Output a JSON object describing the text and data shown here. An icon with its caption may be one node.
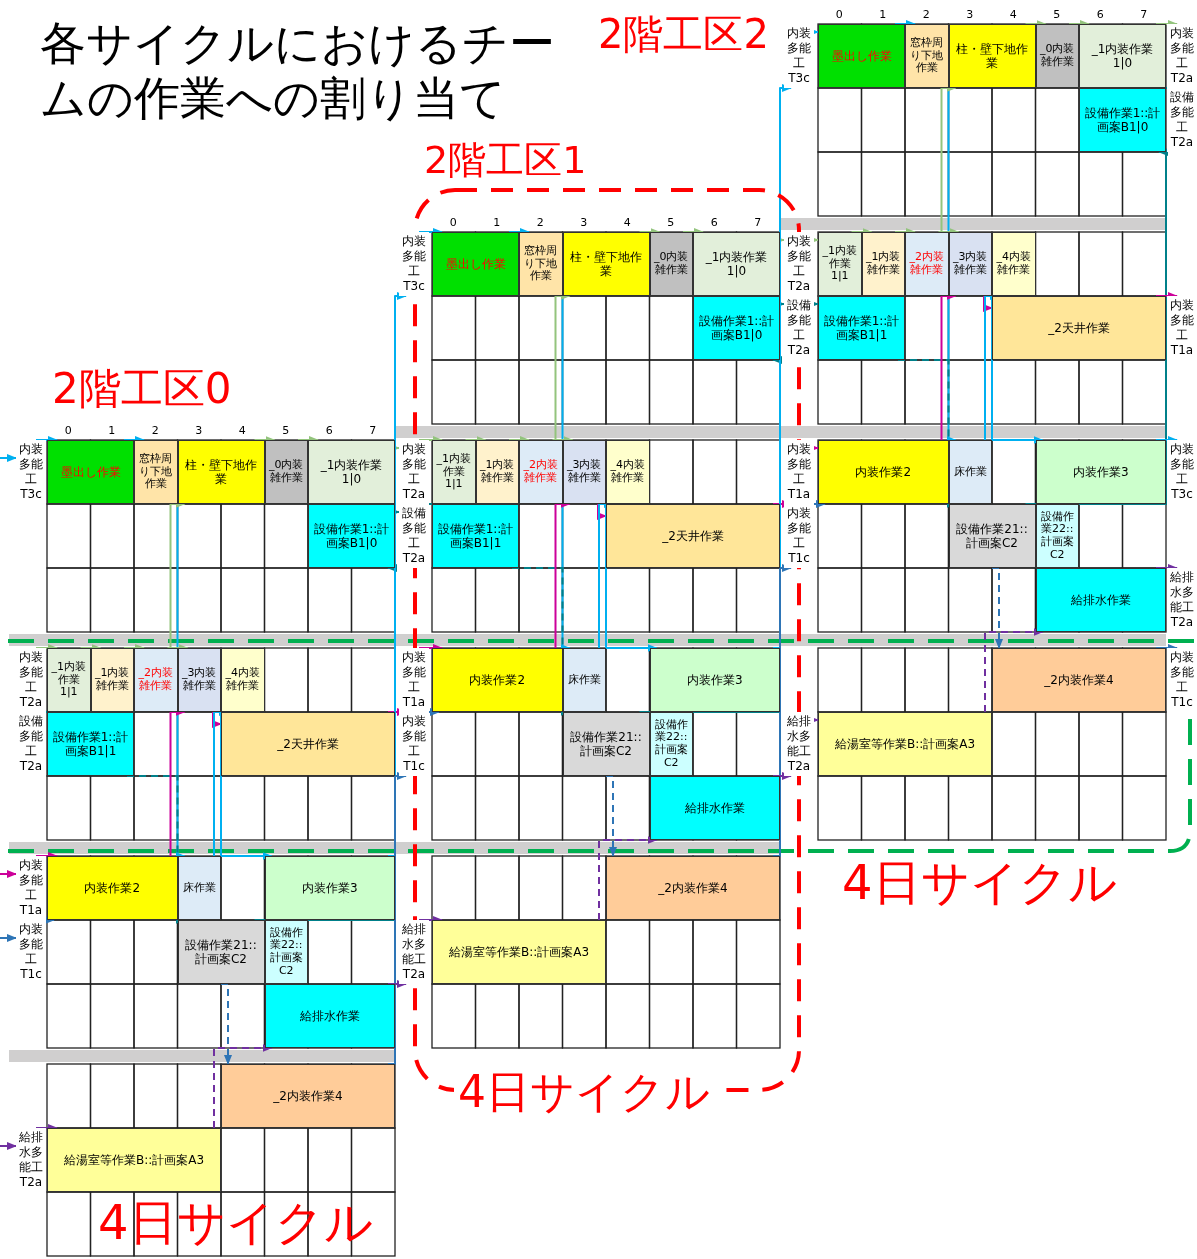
{
  "diagram": {
    "title": "各サイクルにおけるチームの作業への割り当て",
    "nodes": [
      {
        "text": [
          "内装多能工T3c"
        ]
      },
      {
        "text": [
          "内装多能工T2a"
        ]
      },
      {
        "text": [
          "設備多能工T2a"
        ]
      },
      {
        "text": [
          "内装多能工T1a"
        ]
      },
      {
        "text": [
          "内装多能工T1c"
        ]
      },
      {
        "text": [
          "給排水多能工T2a"
        ]
      },
      {
        "text": [
          "墨出し作業"
        ]
      },
      {
        "text": [
          "窓枠周り下地作業"
        ]
      },
      {
        "text": [
          "柱・壁下地作業"
        ]
      },
      {
        "text": [
          "_0内装雑作業"
        ]
      },
      {
        "text": [
          "_1内装作業1|0"
        ]
      },
      {
        "text": [
          "設備作業1::計画案B1|0"
        ]
      },
      {
        "text": [
          "_1内装作業1|1"
        ]
      },
      {
        "text": [
          "_1内装雑作業"
        ]
      },
      {
        "text": [
          "_2内装雑作業"
        ]
      },
      {
        "text": [
          "_3内装雑作業"
        ]
      },
      {
        "text": [
          "_4内装雑作業"
        ]
      },
      {
        "text": [
          "設備作業1::計画案B1|1"
        ]
      },
      {
        "text": [
          "_2天井作業"
        ]
      },
      {
        "text": [
          "内装作業2"
        ]
      },
      {
        "text": [
          "床作業"
        ]
      },
      {
        "text": [
          "内装作業3"
        ]
      },
      {
        "text": [
          "設備作業21::計画案C2"
        ]
      },
      {
        "text": [
          "設備作業22::計画案C2"
        ]
      },
      {
        "text": [
          "給排水作業"
        ]
      },
      {
        "text": [
          "_2内装作業4"
        ]
      },
      {
        "text": [
          "給湯室等作業B::計画案A3"
        ]
      },
      {
        "text": [
          "内装多能工T3c"
        ]
      },
      {
        "text": [
          "内装多能工T2a"
        ]
      },
      {
        "text": [
          "設備多能工T2a"
        ]
      },
      {
        "text": [
          "内装多能工T1a"
        ]
      },
      {
        "text": [
          "内装多能工T1c"
        ]
      },
      {
        "text": [
          "給排水多能工T2a"
        ]
      },
      {
        "text": [
          "2階工区1",
          "4日サイクル"
        ]
      },
      {
        "text": [
          "墨出し作業"
        ],
        "in": 33
      },
      {
        "text": [
          "窓枠周り下地作業"
        ],
        "in": 33
      },
      {
        "text": [
          "柱・壁下地作業"
        ],
        "in": 33
      },
      {
        "text": [
          "_0内装雑作業"
        ],
        "in": 33
      },
      {
        "text": [
          "_1内装作業1|0"
        ],
        "in": 33
      },
      {
        "text": [
          "設備作業1::計画案B1|0"
        ],
        "in": 33
      },
      {
        "text": [
          "_1内装作業1|1"
        ],
        "in": 33
      },
      {
        "text": [
          "_1内装雑作業"
        ],
        "in": 33
      },
      {
        "text": [
          "_2内装雑作業"
        ],
        "in": 33
      },
      {
        "text": [
          "_3内装雑作業"
        ],
        "in": 33
      },
      {
        "text": [
          "_4内装雑作業"
        ],
        "in": 33
      },
      {
        "text": [
          "設備作業1::計画案B1|1"
        ],
        "in": 33
      },
      {
        "text": [
          "_2天井作業"
        ],
        "in": 33
      },
      {
        "text": [
          "内装作業2"
        ],
        "in": 33
      },
      {
        "text": [
          "床作業"
        ],
        "in": 33
      },
      {
        "text": [
          "内装作業3"
        ],
        "in": 33
      },
      {
        "text": [
          "設備作業21::計画案C2"
        ],
        "in": 33
      },
      {
        "text": [
          "設備作業22::計画案C2"
        ],
        "in": 33
      },
      {
        "text": [
          "給排水作業"
        ],
        "in": 33
      },
      {
        "text": [
          "_2内装作業4"
        ],
        "in": 33
      },
      {
        "text": [
          "給湯室等作業B::計画案A3"
        ],
        "in": 33
      },
      {
        "text": [
          "内装多能工T3c"
        ]
      },
      {
        "text": [
          "内装多能工T2a"
        ]
      },
      {
        "text": [
          "設備多能工T2a"
        ]
      },
      {
        "text": [
          "内装多能工T1a"
        ]
      },
      {
        "text": [
          "内装多能工T1c"
        ]
      },
      {
        "text": [
          "給排水多能工T2a"
        ]
      },
      {
        "text": [
          "墨出し作業"
        ]
      },
      {
        "text": [
          "窓枠周り下地作業"
        ]
      },
      {
        "text": [
          "柱・壁下地作業"
        ]
      },
      {
        "text": [
          "_0内装雑作業"
        ]
      },
      {
        "text": [
          "_1内装作業1|0"
        ]
      },
      {
        "text": [
          "設備作業1::計画案B1|0"
        ]
      },
      {
        "text": [
          "_1内装作業1|1"
        ]
      },
      {
        "text": [
          "_1内装雑作業"
        ]
      },
      {
        "text": [
          "_2内装雑作業"
        ]
      },
      {
        "text": [
          "_3内装雑作業"
        ]
      },
      {
        "text": [
          "_4内装雑作業"
        ]
      },
      {
        "text": [
          "設備作業1::計画案B1|1"
        ]
      },
      {
        "text": [
          "_2天井作業"
        ]
      },
      {
        "text": [
          "内装作業2"
        ]
      },
      {
        "text": [
          "床作業"
        ]
      },
      {
        "text": [
          "内装作業3"
        ]
      },
      {
        "text": [
          "設備作業21::計画案C2"
        ]
      },
      {
        "text": [
          "設備作業22::計画案C2"
        ]
      },
      {
        "text": [
          "給排水作業"
        ]
      },
      {
        "text": [
          "_2内装作業4"
        ]
      },
      {
        "text": [
          "給湯室等作業B::計画案A3"
        ]
      },
      {
        "text": [
          "内装多能工T2a"
        ]
      },
      {
        "text": [
          "設備多能工T2a"
        ]
      },
      {
        "text": [
          "内装多能工T1a"
        ]
      },
      {
        "text": [
          "内装多能工T3c"
        ]
      },
      {
        "text": [
          "給排水多能工T2a"
        ]
      },
      {
        "text": [
          "内装多能工T1c"
        ]
      }
    ],
    "edges": [
      {
        "from": 0,
        "to": 6,
        "arrow": "to",
        "color": "#00b0f0"
      },
      {
        "from": 6,
        "to": 7,
        "arrow": "to",
        "color": "#00b0f0"
      },
      {
        "from": 7,
        "to": 20,
        "arrow": "to",
        "color": "#00b0f0"
      },
      {
        "from": 14,
        "to": 8,
        "arrow": "to",
        "color": "#93c47d"
      },
      {
        "from": 8,
        "to": 9,
        "arrow": "to",
        "color": "#93c47d"
      },
      {
        "from": 9,
        "to": 10,
        "arrow": "to",
        "color": "#93c47d"
      },
      {
        "from": 10,
        "to": 28,
        "arrow": "to",
        "color": "#93c47d"
      },
      {
        "from": 11,
        "to": 29,
        "arrow": "to",
        "color": "#00808a"
      },
      {
        "from": 1,
        "to": 12,
        "arrow": "to",
        "color": "#93c47d"
      },
      {
        "from": 12,
        "to": 13,
        "arrow": "to",
        "color": "#93c47d"
      },
      {
        "from": 13,
        "to": 14,
        "arrow": "to",
        "color": "#93c47d"
      },
      {
        "from": 14,
        "to": 15,
        "arrow": "to",
        "color": "#93c47d"
      },
      {
        "from": 2,
        "to": 17,
        "arrow": "to",
        "color": "#00808a"
      },
      {
        "from": 17,
        "to": 22,
        "arrow": "to",
        "style": "dashed",
        "color": "#00808a"
      },
      {
        "from": 22,
        "to": 23,
        "arrow": "to",
        "color": "#00808a"
      },
      {
        "from": 23,
        "to": 11,
        "arrow": "to",
        "color": "#00808a"
      },
      {
        "from": 19,
        "to": 15,
        "arrow": "to",
        "color": "#cc0099"
      },
      {
        "from": 15,
        "to": 18,
        "arrow": "to",
        "color": "#cc0099"
      },
      {
        "from": 18,
        "to": 30,
        "arrow": "to",
        "color": "#cc0099"
      },
      {
        "from": 3,
        "to": 19,
        "arrow": "to",
        "color": "#cc0099"
      },
      {
        "from": 20,
        "to": 16,
        "arrow": "to",
        "color": "#00b0f0"
      },
      {
        "from": 16,
        "to": 21,
        "arrow": "to",
        "color": "#00b0f0"
      },
      {
        "from": 21,
        "to": 27,
        "arrow": "to",
        "color": "#00b0f0"
      },
      {
        "from": 4,
        "to": 19,
        "arrow": "to",
        "color": "#2e75b6"
      },
      {
        "from": 22,
        "to": 25,
        "arrow": "to",
        "style": "dashed",
        "color": "#2e75b6"
      },
      {
        "from": 25,
        "to": 31,
        "arrow": "to",
        "color": "#2e75b6"
      },
      {
        "from": 5,
        "to": 26,
        "arrow": "to",
        "color": "#7030a0"
      },
      {
        "from": 26,
        "to": 24,
        "arrow": "to",
        "style": "dashed",
        "color": "#7030a0"
      },
      {
        "from": 24,
        "to": 32,
        "arrow": "to",
        "color": "#7030a0"
      },
      {
        "from": 27,
        "to": 34,
        "arrow": "to",
        "color": "#00b0f0"
      },
      {
        "from": 34,
        "to": 35,
        "arrow": "to",
        "color": "#00b0f0"
      },
      {
        "from": 35,
        "to": 48,
        "arrow": "to",
        "color": "#00b0f0"
      },
      {
        "from": 42,
        "to": 36,
        "arrow": "to",
        "color": "#93c47d"
      },
      {
        "from": 36,
        "to": 37,
        "arrow": "to",
        "color": "#93c47d"
      },
      {
        "from": 37,
        "to": 38,
        "arrow": "to",
        "color": "#93c47d"
      },
      {
        "from": 38,
        "to": 56,
        "arrow": "to",
        "color": "#93c47d"
      },
      {
        "from": 39,
        "to": 57,
        "arrow": "to",
        "color": "#00808a"
      },
      {
        "from": 28,
        "to": 40,
        "arrow": "to",
        "color": "#93c47d"
      },
      {
        "from": 40,
        "to": 41,
        "arrow": "to",
        "color": "#93c47d"
      },
      {
        "from": 41,
        "to": 42,
        "arrow": "to",
        "color": "#93c47d"
      },
      {
        "from": 42,
        "to": 43,
        "arrow": "to",
        "color": "#93c47d"
      },
      {
        "from": 29,
        "to": 45,
        "arrow": "to",
        "color": "#00808a"
      },
      {
        "from": 45,
        "to": 50,
        "arrow": "to",
        "style": "dashed",
        "color": "#00808a"
      },
      {
        "from": 50,
        "to": 51,
        "arrow": "to",
        "color": "#00808a"
      },
      {
        "from": 51,
        "to": 39,
        "arrow": "to",
        "color": "#00808a"
      },
      {
        "from": 47,
        "to": 43,
        "arrow": "to",
        "color": "#cc0099"
      },
      {
        "from": 43,
        "to": 46,
        "arrow": "to",
        "color": "#cc0099"
      },
      {
        "from": 46,
        "to": 58,
        "arrow": "to",
        "color": "#cc0099"
      },
      {
        "from": 30,
        "to": 47,
        "arrow": "to",
        "color": "#cc0099"
      },
      {
        "from": 48,
        "to": 44,
        "arrow": "to",
        "color": "#00b0f0"
      },
      {
        "from": 44,
        "to": 49,
        "arrow": "to",
        "color": "#00b0f0"
      },
      {
        "from": 49,
        "to": 55,
        "arrow": "to",
        "color": "#00b0f0"
      },
      {
        "from": 31,
        "to": 47,
        "arrow": "to",
        "color": "#2e75b6"
      },
      {
        "from": 50,
        "to": 53,
        "arrow": "to",
        "style": "dashed",
        "color": "#2e75b6"
      },
      {
        "from": 53,
        "to": 59,
        "arrow": "to",
        "color": "#2e75b6"
      },
      {
        "from": 32,
        "to": 54,
        "arrow": "to",
        "color": "#7030a0"
      },
      {
        "from": 54,
        "to": 52,
        "arrow": "to",
        "style": "dashed",
        "color": "#7030a0"
      },
      {
        "from": 52,
        "to": 60,
        "arrow": "to",
        "color": "#7030a0"
      },
      {
        "from": 55,
        "to": 61,
        "arrow": "to",
        "color": "#00b0f0"
      },
      {
        "from": 61,
        "to": 62,
        "arrow": "to",
        "color": "#00b0f0"
      },
      {
        "from": 62,
        "to": 75,
        "arrow": "to",
        "color": "#00b0f0"
      },
      {
        "from": 69,
        "to": 63,
        "arrow": "to",
        "color": "#93c47d"
      },
      {
        "from": 63,
        "to": 64,
        "arrow": "to",
        "color": "#93c47d"
      },
      {
        "from": 64,
        "to": 65,
        "arrow": "to",
        "color": "#93c47d"
      },
      {
        "from": 65,
        "to": 82,
        "arrow": "to",
        "color": "#93c47d"
      },
      {
        "from": 66,
        "to": 83,
        "arrow": "to",
        "color": "#00808a"
      },
      {
        "from": 56,
        "to": 67,
        "arrow": "to",
        "color": "#93c47d"
      },
      {
        "from": 67,
        "to": 68,
        "arrow": "to",
        "color": "#93c47d"
      },
      {
        "from": 68,
        "to": 69,
        "arrow": "to",
        "color": "#93c47d"
      },
      {
        "from": 69,
        "to": 70,
        "arrow": "to",
        "color": "#93c47d"
      },
      {
        "from": 57,
        "to": 72,
        "arrow": "to",
        "color": "#00808a"
      },
      {
        "from": 72,
        "to": 77,
        "arrow": "to",
        "style": "dashed",
        "color": "#00808a"
      },
      {
        "from": 77,
        "to": 78,
        "arrow": "to",
        "color": "#00808a"
      },
      {
        "from": 78,
        "to": 66,
        "arrow": "to",
        "color": "#00808a"
      },
      {
        "from": 74,
        "to": 70,
        "arrow": "to",
        "color": "#cc0099"
      },
      {
        "from": 70,
        "to": 73,
        "arrow": "to",
        "color": "#cc0099"
      },
      {
        "from": 73,
        "to": 84,
        "arrow": "to",
        "color": "#cc0099"
      },
      {
        "from": 58,
        "to": 74,
        "arrow": "to",
        "color": "#cc0099"
      },
      {
        "from": 75,
        "to": 71,
        "arrow": "to",
        "color": "#00b0f0"
      },
      {
        "from": 71,
        "to": 76,
        "arrow": "to",
        "color": "#00b0f0"
      },
      {
        "from": 76,
        "to": 85,
        "arrow": "to",
        "color": "#00b0f0"
      },
      {
        "from": 59,
        "to": 74,
        "arrow": "to",
        "color": "#2e75b6"
      },
      {
        "from": 77,
        "to": 80,
        "arrow": "to",
        "style": "dashed",
        "color": "#2e75b6"
      },
      {
        "from": 80,
        "to": 87,
        "arrow": "to",
        "color": "#2e75b6"
      },
      {
        "from": 60,
        "to": 81,
        "arrow": "to",
        "color": "#7030a0"
      },
      {
        "from": 81,
        "to": 79,
        "arrow": "to",
        "style": "dashed",
        "color": "#7030a0"
      },
      {
        "from": 79,
        "to": 86,
        "arrow": "to",
        "color": "#7030a0"
      },
      {
        "from": null,
        "to": 0,
        "arrow": "to",
        "color": "#00b0f0"
      },
      {
        "from": null,
        "to": 3,
        "arrow": "to",
        "color": "#cc0099"
      },
      {
        "from": null,
        "to": 4,
        "arrow": "to",
        "color": "#2e75b6"
      },
      {
        "from": null,
        "to": 5,
        "arrow": "to",
        "color": "#7030a0"
      }
    ],
    "labels": [
      "2階工区2",
      "0",
      "1",
      "2",
      "3",
      "4",
      "5",
      "6",
      "7",
      "0",
      "1",
      "2",
      "3",
      "4",
      "5",
      "6",
      "7",
      "2階工区0",
      "0",
      "1",
      "2",
      "3",
      "4",
      "5",
      "6",
      "7",
      "4日サイクル",
      "4日サイクル"
    ]
  }
}
